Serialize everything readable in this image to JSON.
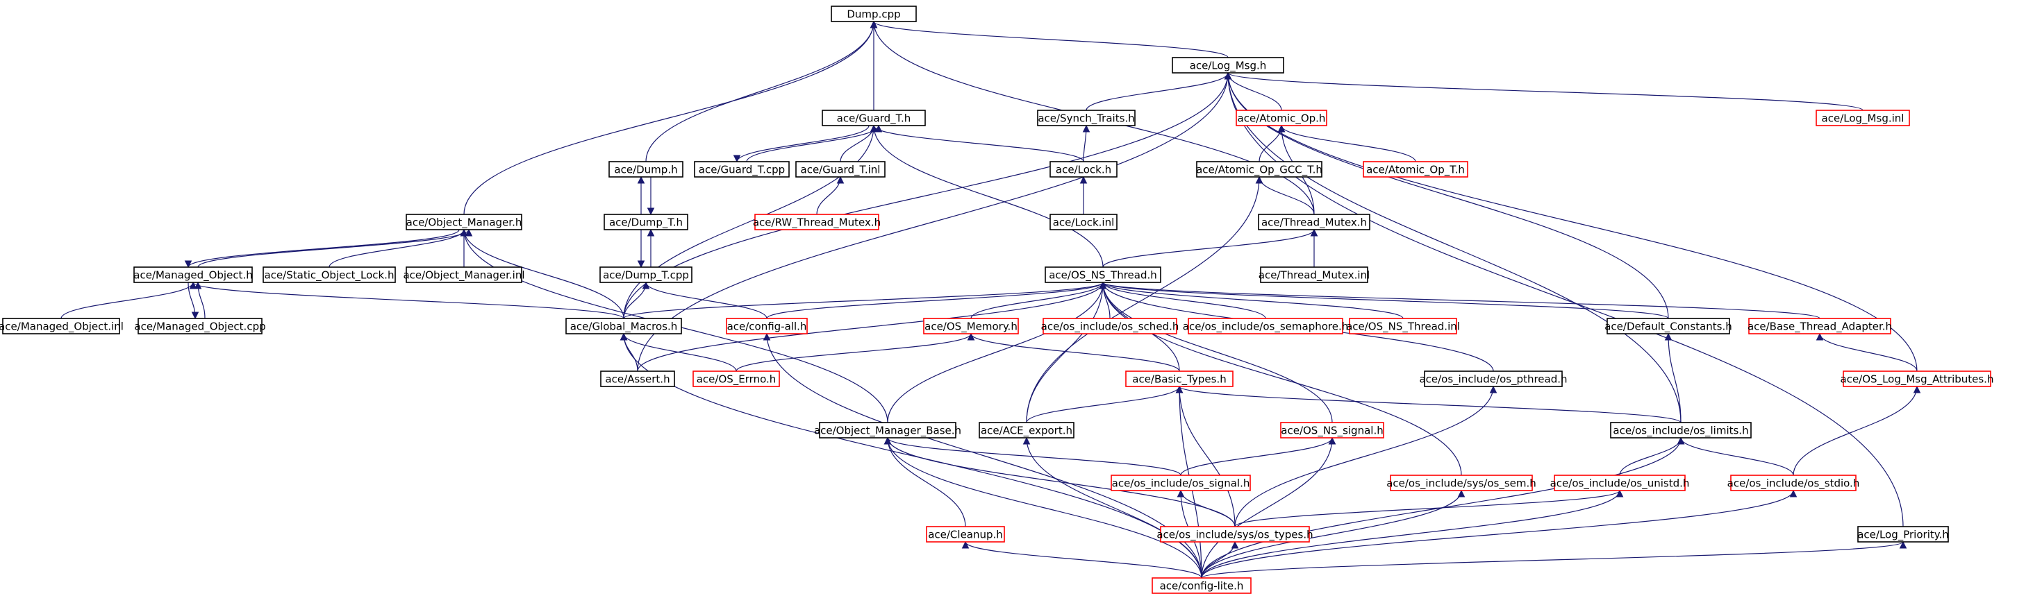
{
  "colors": {
    "edge": "#191970",
    "root_fill": "#bfbfbf",
    "normal_border": "#000000",
    "external_border": "#ff0000",
    "background": "#ffffff"
  },
  "nodes": [
    {
      "id": "dump_cpp",
      "label": "Dump.cpp",
      "kind": "root"
    },
    {
      "id": "log_msg_h",
      "label": "ace/Log_Msg.h",
      "kind": "normal"
    },
    {
      "id": "guard_t_h",
      "label": "ace/Guard_T.h",
      "kind": "normal"
    },
    {
      "id": "dump_h",
      "label": "ace/Dump.h",
      "kind": "normal"
    },
    {
      "id": "object_manager_h",
      "label": "ace/Object_Manager.h",
      "kind": "normal"
    },
    {
      "id": "synch_traits_h",
      "label": "ace/Synch_Traits.h",
      "kind": "normal"
    },
    {
      "id": "atomic_op_h",
      "label": "ace/Atomic_Op.h",
      "kind": "external"
    },
    {
      "id": "log_msg_inl",
      "label": "ace/Log_Msg.inl",
      "kind": "external"
    },
    {
      "id": "guard_t_cpp",
      "label": "ace/Guard_T.cpp",
      "kind": "normal"
    },
    {
      "id": "guard_t_inl",
      "label": "ace/Guard_T.inl",
      "kind": "normal"
    },
    {
      "id": "lock_h",
      "label": "ace/Lock.h",
      "kind": "normal"
    },
    {
      "id": "atomic_op_gcc_t_h",
      "label": "ace/Atomic_Op_GCC_T.h",
      "kind": "normal"
    },
    {
      "id": "atomic_op_t_h",
      "label": "ace/Atomic_Op_T.h",
      "kind": "external"
    },
    {
      "id": "dump_t_h",
      "label": "ace/Dump_T.h",
      "kind": "normal"
    },
    {
      "id": "rw_thread_mutex_h",
      "label": "ace/RW_Thread_Mutex.h",
      "kind": "external"
    },
    {
      "id": "lock_inl",
      "label": "ace/Lock.inl",
      "kind": "normal"
    },
    {
      "id": "thread_mutex_h",
      "label": "ace/Thread_Mutex.h",
      "kind": "normal"
    },
    {
      "id": "managed_object_h",
      "label": "ace/Managed_Object.h",
      "kind": "normal"
    },
    {
      "id": "static_object_lock_h",
      "label": "ace/Static_Object_Lock.h",
      "kind": "normal"
    },
    {
      "id": "object_manager_inl",
      "label": "ace/Object_Manager.inl",
      "kind": "normal"
    },
    {
      "id": "dump_t_cpp",
      "label": "ace/Dump_T.cpp",
      "kind": "normal"
    },
    {
      "id": "os_ns_thread_h",
      "label": "ace/OS_NS_Thread.h",
      "kind": "normal"
    },
    {
      "id": "thread_mutex_inl",
      "label": "ace/Thread_Mutex.inl",
      "kind": "normal"
    },
    {
      "id": "managed_object_inl",
      "label": "ace/Managed_Object.inl",
      "kind": "normal"
    },
    {
      "id": "managed_object_cpp",
      "label": "ace/Managed_Object.cpp",
      "kind": "normal"
    },
    {
      "id": "global_macros_h",
      "label": "ace/Global_Macros.h",
      "kind": "normal"
    },
    {
      "id": "config_all_h",
      "label": "ace/config-all.h",
      "kind": "external"
    },
    {
      "id": "os_memory_h",
      "label": "ace/OS_Memory.h",
      "kind": "external"
    },
    {
      "id": "os_sched_h",
      "label": "ace/os_include/os_sched.h",
      "kind": "external"
    },
    {
      "id": "os_semaphore_h",
      "label": "ace/os_include/os_semaphore.h",
      "kind": "external"
    },
    {
      "id": "os_ns_thread_inl",
      "label": "ace/OS_NS_Thread.inl",
      "kind": "external"
    },
    {
      "id": "default_constants_h",
      "label": "ace/Default_Constants.h",
      "kind": "normal"
    },
    {
      "id": "base_thread_adapter_h",
      "label": "ace/Base_Thread_Adapter.h",
      "kind": "external"
    },
    {
      "id": "assert_h",
      "label": "ace/Assert.h",
      "kind": "normal"
    },
    {
      "id": "os_errno_h",
      "label": "ace/OS_Errno.h",
      "kind": "external"
    },
    {
      "id": "basic_types_h",
      "label": "ace/Basic_Types.h",
      "kind": "external"
    },
    {
      "id": "os_pthread_h",
      "label": "ace/os_include/os_pthread.h",
      "kind": "normal"
    },
    {
      "id": "os_log_msg_attributes_h",
      "label": "ace/OS_Log_Msg_Attributes.h",
      "kind": "external"
    },
    {
      "id": "object_manager_base_h",
      "label": "ace/Object_Manager_Base.h",
      "kind": "normal"
    },
    {
      "id": "ace_export_h",
      "label": "ace/ACE_export.h",
      "kind": "normal"
    },
    {
      "id": "os_ns_signal_h",
      "label": "ace/OS_NS_signal.h",
      "kind": "external"
    },
    {
      "id": "os_limits_h",
      "label": "ace/os_include/os_limits.h",
      "kind": "normal"
    },
    {
      "id": "os_signal_h",
      "label": "ace/os_include/os_signal.h",
      "kind": "external"
    },
    {
      "id": "sys_os_sem_h",
      "label": "ace/os_include/sys/os_sem.h",
      "kind": "external"
    },
    {
      "id": "os_unistd_h",
      "label": "ace/os_include/os_unistd.h",
      "kind": "external"
    },
    {
      "id": "os_stdio_h",
      "label": "ace/os_include/os_stdio.h",
      "kind": "external"
    },
    {
      "id": "cleanup_h",
      "label": "ace/Cleanup.h",
      "kind": "external"
    },
    {
      "id": "sys_os_types_h",
      "label": "ace/os_include/sys/os_types.h",
      "kind": "external"
    },
    {
      "id": "log_priority_h",
      "label": "ace/Log_Priority.h",
      "kind": "normal"
    },
    {
      "id": "config_lite_h",
      "label": "ace/config-lite.h",
      "kind": "external"
    }
  ],
  "edges": [
    [
      "dump_cpp",
      "log_msg_h"
    ],
    [
      "dump_cpp",
      "guard_t_h"
    ],
    [
      "dump_cpp",
      "dump_h"
    ],
    [
      "dump_cpp",
      "object_manager_h"
    ],
    [
      "dump_cpp",
      "thread_mutex_h"
    ],
    [
      "log_msg_h",
      "synch_traits_h"
    ],
    [
      "log_msg_h",
      "atomic_op_h"
    ],
    [
      "log_msg_h",
      "log_msg_inl"
    ],
    [
      "log_msg_h",
      "global_macros_h"
    ],
    [
      "log_msg_h",
      "assert_h"
    ],
    [
      "log_msg_h",
      "default_constants_h"
    ],
    [
      "log_msg_h",
      "os_log_msg_attributes_h"
    ],
    [
      "log_msg_h",
      "os_limits_h"
    ],
    [
      "log_msg_h",
      "log_priority_h"
    ],
    [
      "guard_t_h",
      "lock_h"
    ],
    [
      "guard_t_h",
      "guard_t_cpp"
    ],
    [
      "guard_t_h",
      "guard_t_inl"
    ],
    [
      "guard_t_h",
      "global_macros_h"
    ],
    [
      "guard_t_h",
      "os_ns_thread_h"
    ],
    [
      "guard_t_cpp",
      "guard_t_h"
    ],
    [
      "guard_t_inl",
      "rw_thread_mutex_h"
    ],
    [
      "synch_traits_h",
      "lock_h"
    ],
    [
      "lock_h",
      "lock_inl"
    ],
    [
      "atomic_op_h",
      "atomic_op_gcc_t_h"
    ],
    [
      "atomic_op_h",
      "atomic_op_t_h"
    ],
    [
      "atomic_op_h",
      "thread_mutex_h"
    ],
    [
      "atomic_op_gcc_t_h",
      "thread_mutex_h"
    ],
    [
      "atomic_op_gcc_t_h",
      "ace_export_h"
    ],
    [
      "thread_mutex_h",
      "thread_mutex_inl"
    ],
    [
      "thread_mutex_h",
      "os_ns_thread_h"
    ],
    [
      "dump_h",
      "dump_t_h"
    ],
    [
      "dump_t_h",
      "dump_h"
    ],
    [
      "dump_t_h",
      "dump_t_cpp"
    ],
    [
      "dump_t_cpp",
      "dump_t_h"
    ],
    [
      "dump_t_cpp",
      "global_macros_h"
    ],
    [
      "dump_t_cpp",
      "config_all_h"
    ],
    [
      "object_manager_h",
      "managed_object_h"
    ],
    [
      "object_manager_h",
      "static_object_lock_h"
    ],
    [
      "object_manager_h",
      "object_manager_inl"
    ],
    [
      "object_manager_h",
      "global_macros_h"
    ],
    [
      "object_manager_h",
      "object_manager_base_h"
    ],
    [
      "managed_object_h",
      "object_manager_h"
    ],
    [
      "managed_object_h",
      "managed_object_inl"
    ],
    [
      "managed_object_h",
      "managed_object_cpp"
    ],
    [
      "managed_object_h",
      "global_macros_h"
    ],
    [
      "managed_object_cpp",
      "managed_object_h"
    ],
    [
      "os_ns_thread_h",
      "global_macros_h"
    ],
    [
      "os_ns_thread_h",
      "config_all_h"
    ],
    [
      "os_ns_thread_h",
      "os_memory_h"
    ],
    [
      "os_ns_thread_h",
      "os_sched_h"
    ],
    [
      "os_ns_thread_h",
      "os_semaphore_h"
    ],
    [
      "os_ns_thread_h",
      "os_ns_thread_inl"
    ],
    [
      "os_ns_thread_h",
      "default_constants_h"
    ],
    [
      "os_ns_thread_h",
      "base_thread_adapter_h"
    ],
    [
      "os_ns_thread_h",
      "assert_h"
    ],
    [
      "os_ns_thread_h",
      "basic_types_h"
    ],
    [
      "os_ns_thread_h",
      "os_pthread_h"
    ],
    [
      "os_ns_thread_h",
      "object_manager_base_h"
    ],
    [
      "os_ns_thread_h",
      "ace_export_h"
    ],
    [
      "os_ns_thread_h",
      "os_ns_signal_h"
    ],
    [
      "os_ns_thread_h",
      "sys_os_sem_h"
    ],
    [
      "global_macros_h",
      "assert_h"
    ],
    [
      "global_macros_h",
      "os_errno_h"
    ],
    [
      "global_macros_h",
      "config_lite_h"
    ],
    [
      "config_all_h",
      "config_lite_h"
    ],
    [
      "os_memory_h",
      "os_errno_h"
    ],
    [
      "os_memory_h",
      "basic_types_h"
    ],
    [
      "default_constants_h",
      "os_limits_h"
    ],
    [
      "base_thread_adapter_h",
      "os_log_msg_attributes_h"
    ],
    [
      "os_log_msg_attributes_h",
      "os_stdio_h"
    ],
    [
      "basic_types_h",
      "ace_export_h"
    ],
    [
      "basic_types_h",
      "os_limits_h"
    ],
    [
      "basic_types_h",
      "sys_os_types_h"
    ],
    [
      "basic_types_h",
      "config_lite_h"
    ],
    [
      "os_pthread_h",
      "sys_os_types_h"
    ],
    [
      "object_manager_base_h",
      "os_signal_h"
    ],
    [
      "object_manager_base_h",
      "cleanup_h"
    ],
    [
      "object_manager_base_h",
      "sys_os_types_h"
    ],
    [
      "object_manager_base_h",
      "config_lite_h"
    ],
    [
      "ace_export_h",
      "config_lite_h"
    ],
    [
      "os_ns_signal_h",
      "os_signal_h"
    ],
    [
      "os_ns_signal_h",
      "config_lite_h"
    ],
    [
      "os_signal_h",
      "sys_os_types_h"
    ],
    [
      "os_signal_h",
      "config_lite_h"
    ],
    [
      "os_limits_h",
      "os_unistd_h"
    ],
    [
      "os_limits_h",
      "os_stdio_h"
    ],
    [
      "os_limits_h",
      "config_lite_h"
    ],
    [
      "os_unistd_h",
      "sys_os_types_h"
    ],
    [
      "os_unistd_h",
      "config_lite_h"
    ],
    [
      "sys_os_sem_h",
      "config_lite_h"
    ],
    [
      "os_stdio_h",
      "config_lite_h"
    ],
    [
      "cleanup_h",
      "config_lite_h"
    ],
    [
      "sys_os_types_h",
      "config_lite_h"
    ],
    [
      "log_priority_h",
      "config_lite_h"
    ]
  ]
}
